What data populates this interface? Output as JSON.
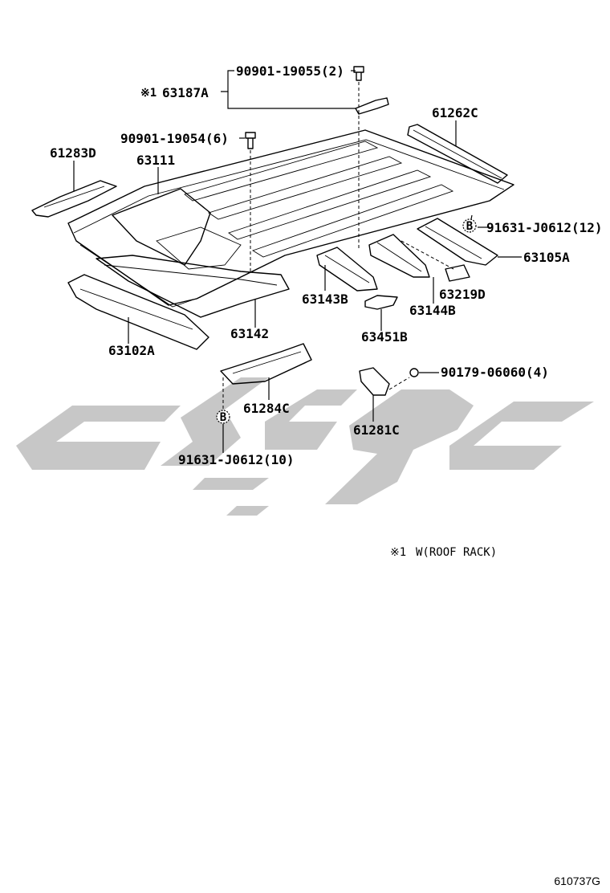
{
  "parts": {
    "p_90901_19055": "90901-19055(2)",
    "p_63187A": "63187A",
    "p_63187A_mark": "※1",
    "p_61262C": "61262C",
    "p_90901_19054": "90901-19054(6)",
    "p_61283D": "61283D",
    "p_63111": "63111",
    "p_91631_J0612_12": "91631-J0612(12)",
    "p_63105A": "63105A",
    "p_63219D": "63219D",
    "p_63143B": "63143B",
    "p_63144B": "63144B",
    "p_63142": "63142",
    "p_63451B": "63451B",
    "p_63102A": "63102A",
    "p_90179_06060": "90179-06060(4)",
    "p_61284C": "61284C",
    "p_61281C": "61281C",
    "p_91631_J0612_10": "91631-J0612(10)"
  },
  "callout_b": "B",
  "note": {
    "mark": "※1",
    "text": "W(ROOF RACK)"
  },
  "figure_id": "610737G"
}
